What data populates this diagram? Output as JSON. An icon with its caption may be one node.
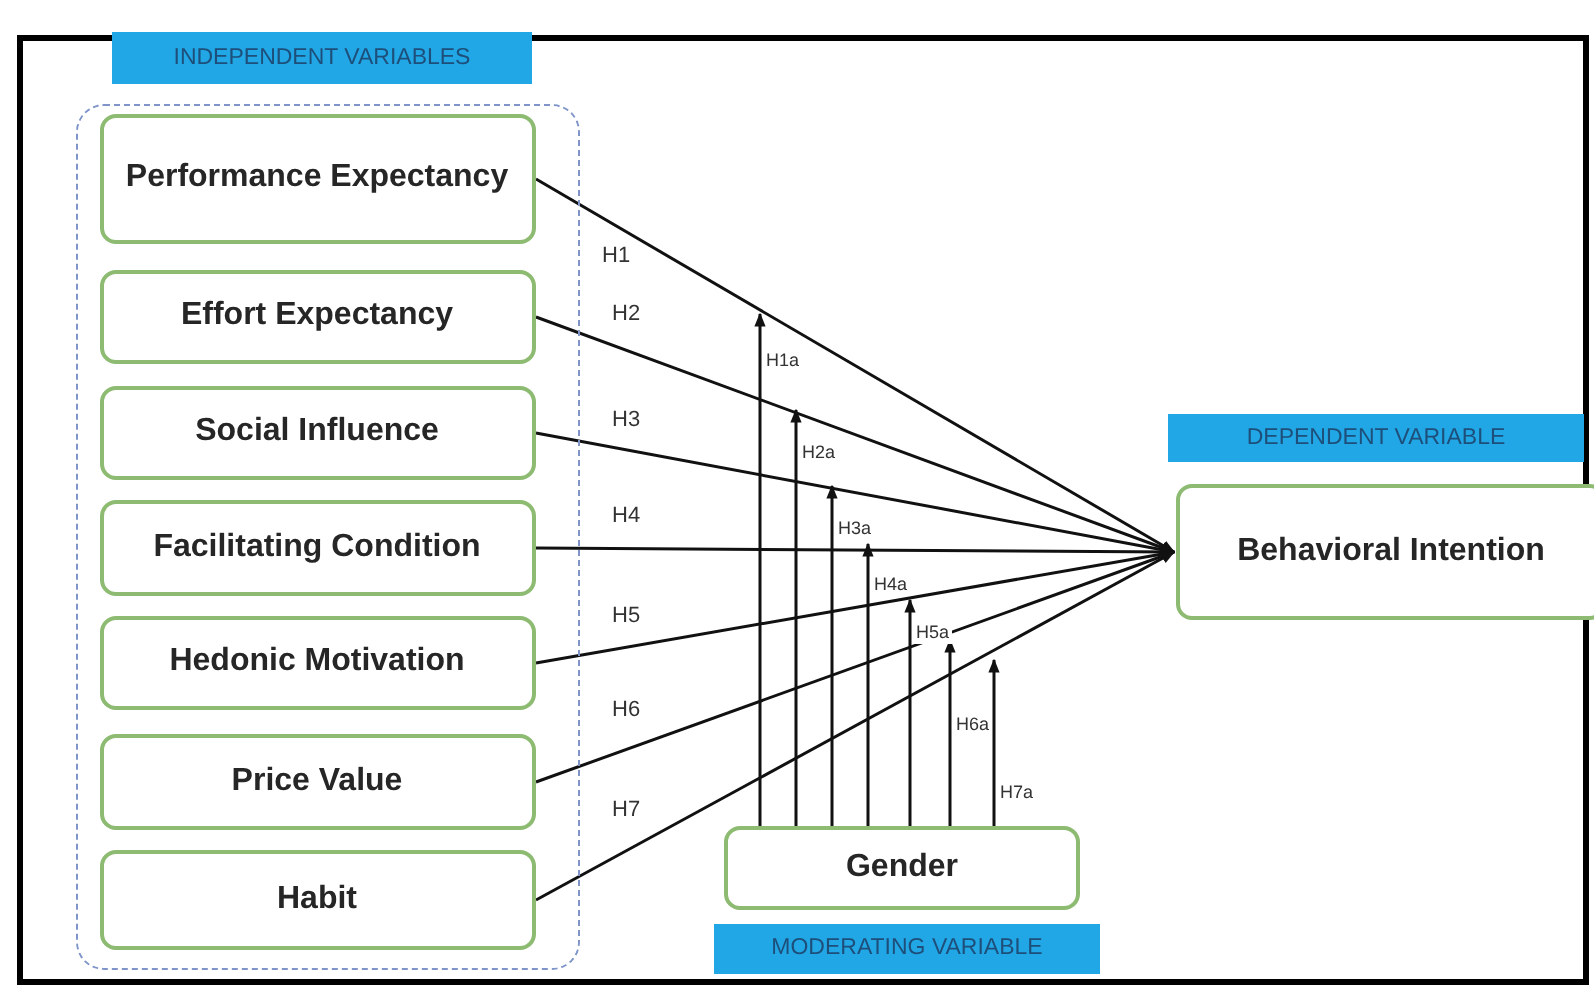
{
  "diagram": {
    "nodes": [
      {
        "text": [
          "INDEPENDENT VARIABLES"
        ]
      },
      {
        "text": [
          "Performance Expectancy"
        ],
        "in": 0
      },
      {
        "text": [
          "Effort Expectancy"
        ],
        "in": 0
      },
      {
        "text": [
          "Social Influence"
        ],
        "in": 0
      },
      {
        "text": [
          "Facilitating Condition"
        ],
        "in": 0
      },
      {
        "text": [
          "Hedonic Motivation"
        ],
        "in": 0
      },
      {
        "text": [
          "Price Value"
        ],
        "in": 0
      },
      {
        "text": [
          "Habit"
        ],
        "in": 0
      },
      {
        "text": [
          "DEPENDENT VARIABLE",
          "Behavioral Intention"
        ]
      },
      {
        "text": [
          "Gender",
          "MODERATING VARIABLE"
        ]
      }
    ],
    "edges": [
      {
        "from": 1,
        "to": 8,
        "arrow": "to",
        "label": "H1"
      },
      {
        "from": 2,
        "to": 8,
        "arrow": "to",
        "label": "H2"
      },
      {
        "from": 3,
        "to": 8,
        "arrow": "to",
        "label": "H3"
      },
      {
        "from": 4,
        "to": 8,
        "arrow": "to",
        "label": "H4"
      },
      {
        "from": 5,
        "to": 8,
        "arrow": "to",
        "label": "H5"
      },
      {
        "from": 6,
        "to": 8,
        "arrow": "to",
        "label": "H6"
      },
      {
        "from": 7,
        "to": 8,
        "arrow": "to",
        "label": "H7"
      },
      {
        "from": 9,
        "to": null,
        "arrow": "to",
        "label": "H1a"
      },
      {
        "from": 9,
        "to": null,
        "arrow": "to",
        "label": "H2a"
      },
      {
        "from": 9,
        "to": null,
        "arrow": "to",
        "label": "H3a"
      },
      {
        "from": 9,
        "to": null,
        "arrow": "to",
        "label": "H4a"
      },
      {
        "from": 9,
        "to": null,
        "arrow": "to",
        "label": "H5a"
      },
      {
        "from": 9,
        "to": null,
        "arrow": "to",
        "label": "H6a"
      },
      {
        "from": 9,
        "to": null,
        "arrow": "to",
        "label": "H7a"
      }
    ]
  }
}
